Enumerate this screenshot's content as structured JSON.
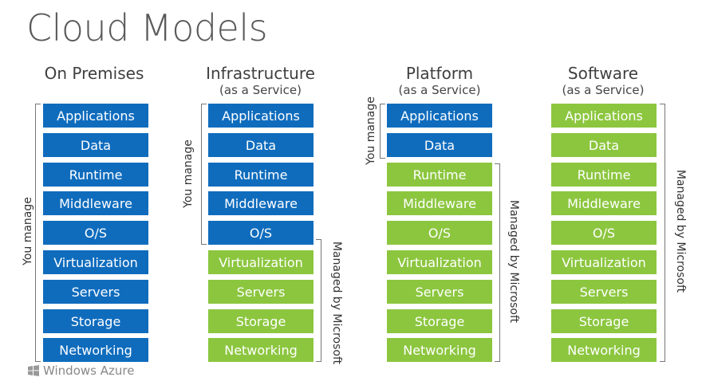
{
  "title": "Cloud Models",
  "columns": [
    {
      "title": "On Premises",
      "subtitle": ""
    },
    {
      "title": "Infrastructure",
      "subtitle": "(as a Service)"
    },
    {
      "title": "Platform",
      "subtitle": "(as a Service)"
    },
    {
      "title": "Software",
      "subtitle": "(as a Service)"
    }
  ],
  "layers": [
    "Applications",
    "Data",
    "Runtime",
    "Middleware",
    "O/S",
    "Virtualization",
    "Servers",
    "Storage",
    "Networking"
  ],
  "labels": {
    "you_manage": "You manage",
    "managed_by": "Managed by Microsoft"
  },
  "logo_text": "Windows Azure",
  "colors": {
    "you_manage": "#0f6cbd",
    "managed": "#8cc63f"
  },
  "user_managed_counts": [
    9,
    5,
    2,
    0
  ]
}
